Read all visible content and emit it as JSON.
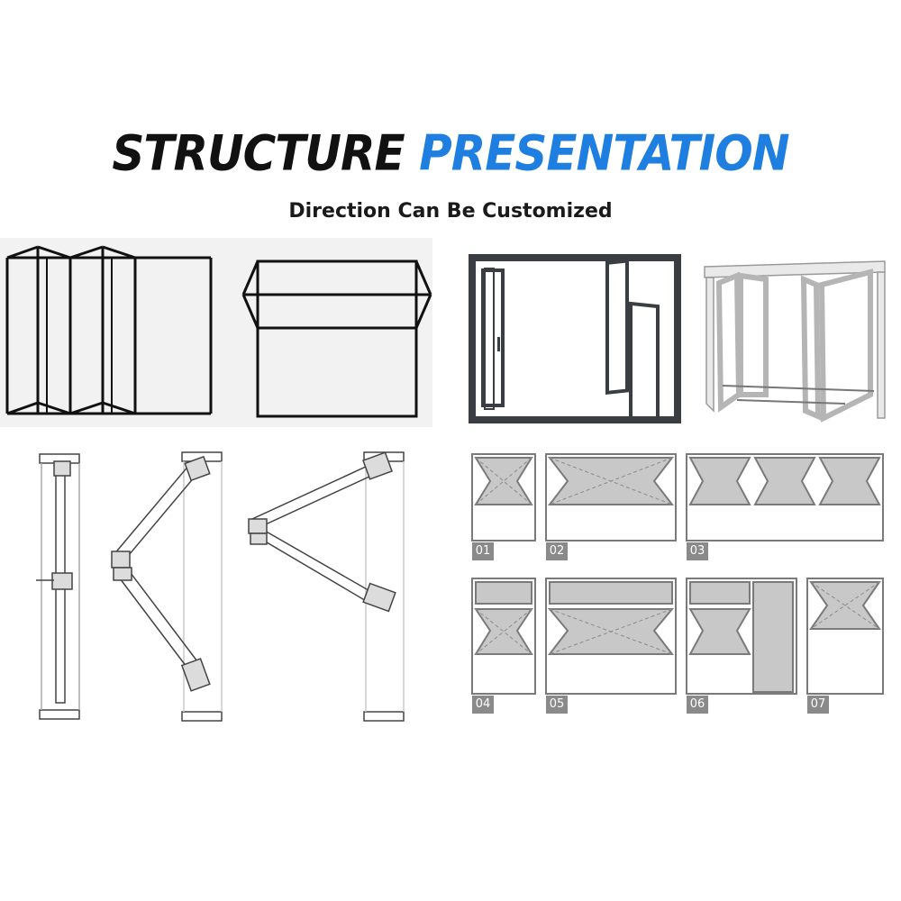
{
  "header": {
    "title_part1": "STRUCTURE",
    "title_part2": "PRESENTATION",
    "subtitle": "Direction Can Be Customized"
  },
  "colors": {
    "title_black": "#111111",
    "title_blue": "#1f7fe0",
    "frame_dark": "#3a3d42",
    "scheme_fill": "#c8c8c8",
    "tag_bg": "#8a8a8a"
  },
  "configurations": [
    {
      "label": "01"
    },
    {
      "label": "02"
    },
    {
      "label": "03"
    },
    {
      "label": "04"
    },
    {
      "label": "05"
    },
    {
      "label": "06"
    },
    {
      "label": "07"
    }
  ]
}
